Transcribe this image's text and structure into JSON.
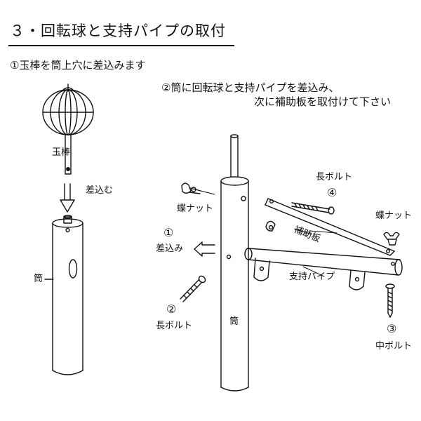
{
  "title": "３・回転球と支持パイプの取付",
  "step1": "①玉棒を筒上穴に差込みます",
  "step2_line1": "②筒に回転球と支持パイプを差込み、",
  "step2_line2": "次に補助板を取付けて下さい",
  "labels": {
    "tamabou": "玉棒",
    "sashikomu": "差込む",
    "tsutsu_left": "筒",
    "cho_nut_left": "蝶ナット",
    "nagabolt_top": "長ボルト",
    "num4": "④",
    "hojoban": "補助板",
    "cho_nut_right": "蝶ナット",
    "num1": "①",
    "sashikomi": "差込み",
    "shiji_pipe": "支持パイプ",
    "num2": "②",
    "nagabolt_bottom": "長ボルト",
    "tsutsu_right": "筒",
    "num3": "③",
    "naka_bolt": "中ボルト"
  }
}
